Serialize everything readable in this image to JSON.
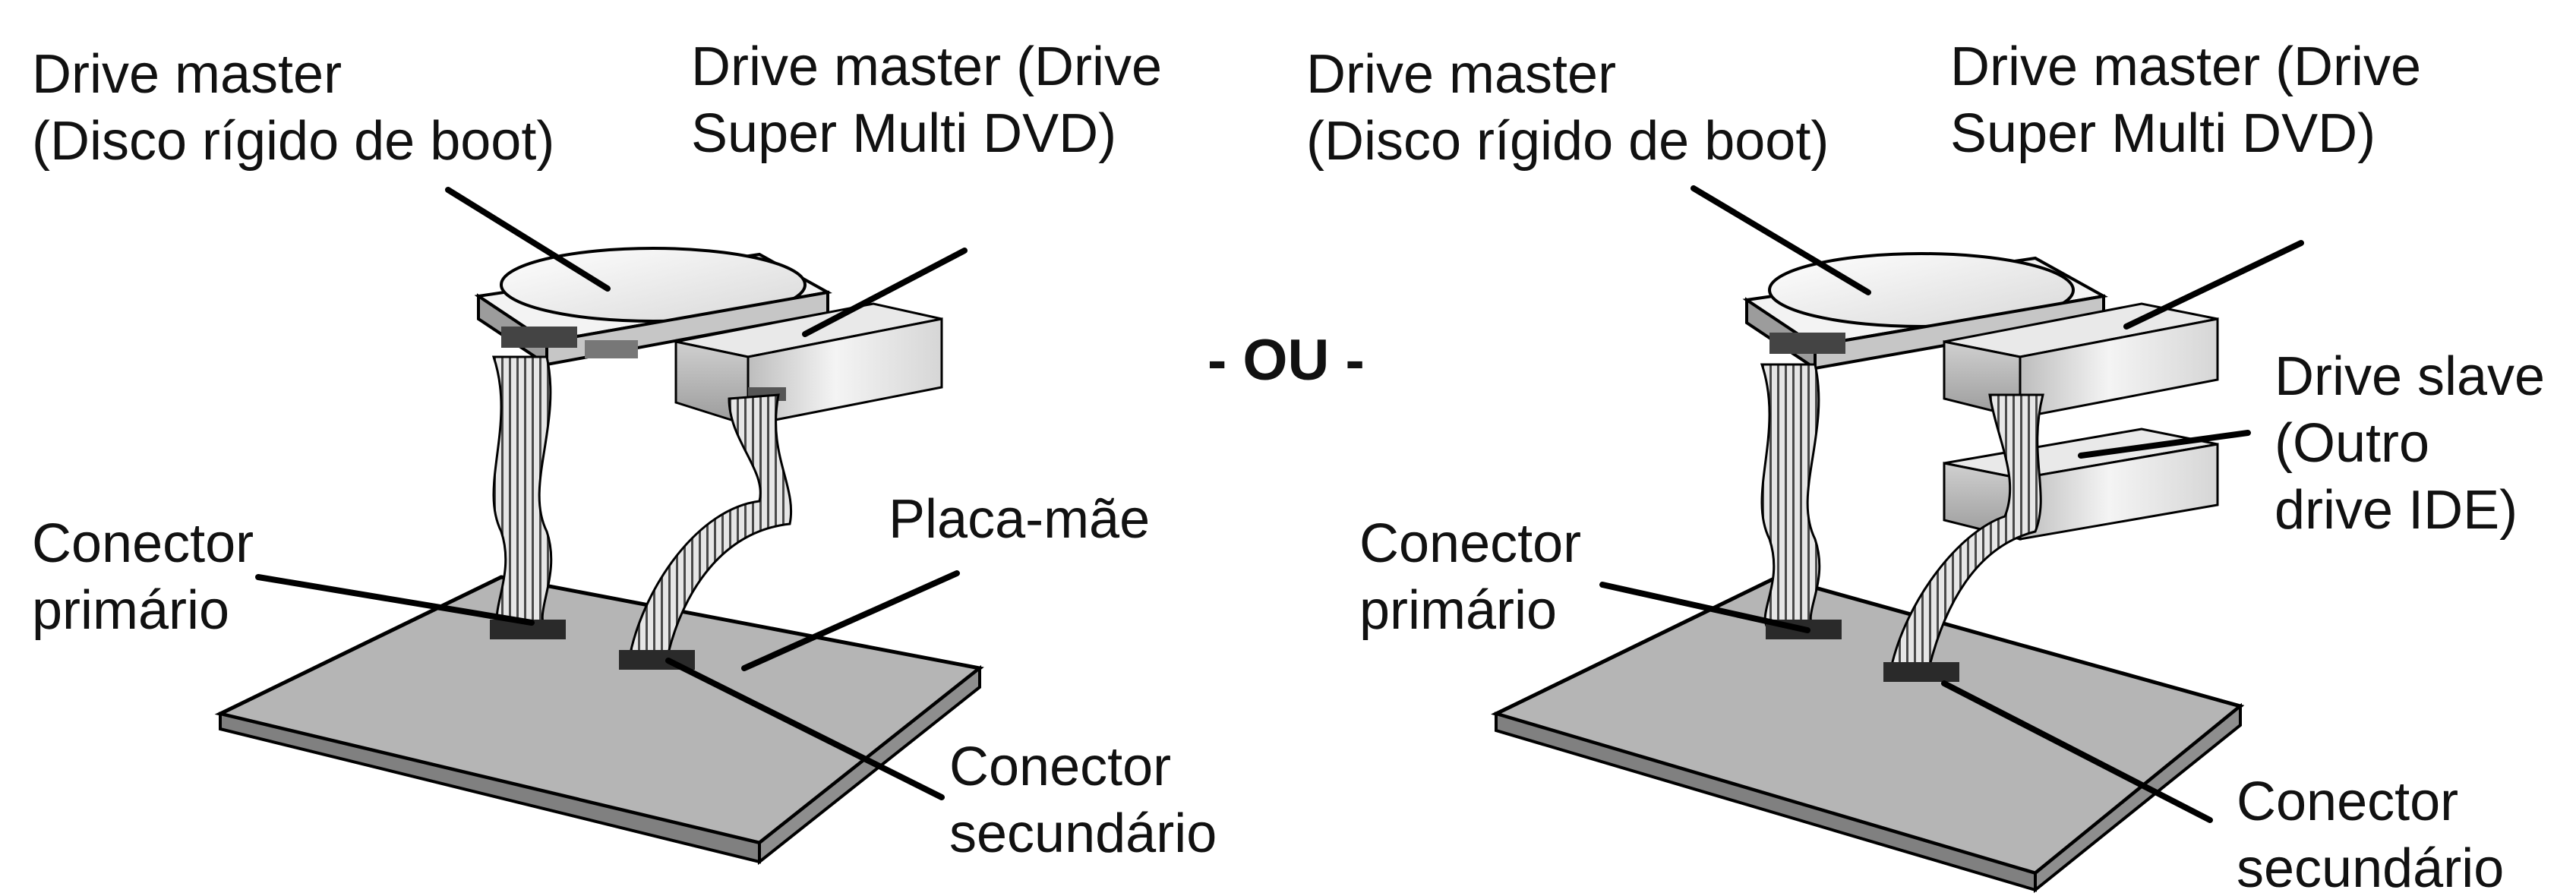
{
  "separator": "- OU -",
  "left": {
    "hdd_label": [
      "Drive master",
      "(Disco rígido de boot)"
    ],
    "dvd_label": [
      "Drive master (Drive",
      "Super Multi DVD)"
    ],
    "primary_label": [
      "Conector",
      "primário"
    ],
    "mobo_label": "Placa-mãe",
    "secondary_label": [
      "Conector",
      "secundário"
    ]
  },
  "right": {
    "hdd_label": [
      "Drive master",
      "(Disco rígido de boot)"
    ],
    "dvd_label": [
      "Drive master (Drive",
      "Super Multi DVD)"
    ],
    "slave_label": [
      "Drive slave",
      "(Outro",
      "drive IDE)"
    ],
    "primary_label": [
      "Conector",
      "primário"
    ],
    "secondary_label": [
      "Conector",
      "secundário"
    ]
  }
}
